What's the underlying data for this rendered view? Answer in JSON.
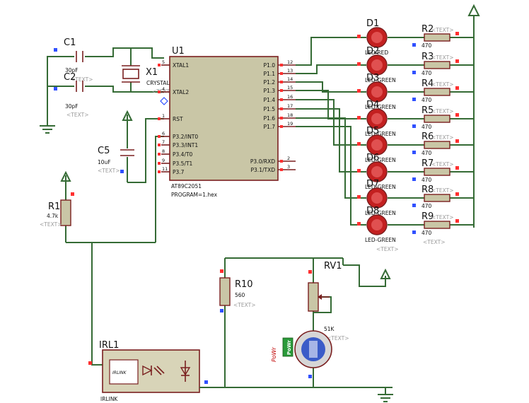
{
  "colors": {
    "wire": "#356b35",
    "part": "#7a1f1f",
    "ic_body": "#c9c6a6",
    "led": "#c32020",
    "motor": "#3a5cc8",
    "pin_red": "#ff3030",
    "pin_blue": "#3050ff"
  },
  "placeholder": "<TEXT>",
  "c1": {
    "ref": "C1",
    "value": "30pF"
  },
  "c2": {
    "ref": "C2",
    "value": "30pF"
  },
  "x1": {
    "ref": "X1",
    "value": "CRYSTAL"
  },
  "c5": {
    "ref": "C5",
    "value": "10uF"
  },
  "r1": {
    "ref": "R1",
    "value": "4.7k"
  },
  "r10": {
    "ref": "R10",
    "value": "560"
  },
  "rv1": {
    "ref": "RV1",
    "value": "51K"
  },
  "irl1": {
    "ref": "IRL1",
    "value": "IRLINK",
    "block_label": "IRLINK"
  },
  "motor": {
    "label": "PoWr"
  },
  "u1": {
    "ref": "U1",
    "part": "AT89C2051",
    "program": "PROGRAM=1.hex",
    "left_pins": [
      {
        "num": "5",
        "name": "XTAL1"
      },
      {
        "num": "4",
        "name": "XTAL2"
      },
      {
        "num": "1",
        "name": "RST"
      },
      {
        "num": "6",
        "name": "P3.2/INT0"
      },
      {
        "num": "7",
        "name": "P3.3/INT1"
      },
      {
        "num": "8",
        "name": "P3.4/T0"
      },
      {
        "num": "9",
        "name": "P3.5/T1"
      },
      {
        "num": "11",
        "name": "P3.7"
      }
    ],
    "right_pins": [
      {
        "num": "12",
        "name": "P1.0"
      },
      {
        "num": "13",
        "name": "P1.1"
      },
      {
        "num": "14",
        "name": "P1.2"
      },
      {
        "num": "15",
        "name": "P1.3"
      },
      {
        "num": "16",
        "name": "P1.4"
      },
      {
        "num": "17",
        "name": "P1.5"
      },
      {
        "num": "18",
        "name": "P1.6"
      },
      {
        "num": "19",
        "name": "P1.7"
      },
      {
        "num": "2",
        "name": "P3.0/RXD"
      },
      {
        "num": "3",
        "name": "P3.1/TXD"
      }
    ]
  },
  "leds": [
    {
      "ref": "D1",
      "value": "LED-RED"
    },
    {
      "ref": "D2",
      "value": "LED-GREEN"
    },
    {
      "ref": "D3",
      "value": "LED-GREEN"
    },
    {
      "ref": "D4",
      "value": "LED-GREEN"
    },
    {
      "ref": "D5",
      "value": "LED-GREEN"
    },
    {
      "ref": "D6",
      "value": "LED-GREEN"
    },
    {
      "ref": "D7",
      "value": "LED-GREEN"
    },
    {
      "ref": "D8",
      "value": "LED-GREEN"
    }
  ],
  "resistors": [
    {
      "ref": "R2",
      "value": "470"
    },
    {
      "ref": "R3",
      "value": "470"
    },
    {
      "ref": "R4",
      "value": "470"
    },
    {
      "ref": "R5",
      "value": "470"
    },
    {
      "ref": "R6",
      "value": "470"
    },
    {
      "ref": "R7",
      "value": "470"
    },
    {
      "ref": "R8",
      "value": "470"
    },
    {
      "ref": "R9",
      "value": "470"
    }
  ]
}
